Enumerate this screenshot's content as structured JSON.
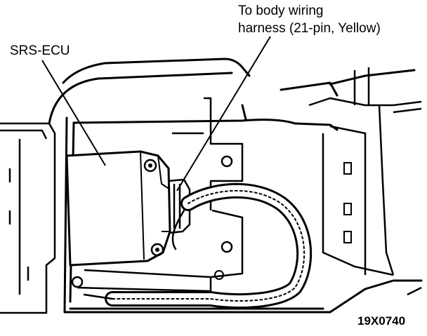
{
  "labels": {
    "srs_ecu": "SRS-ECU",
    "harness_line1": "To body wiring",
    "harness_line2": "harness (21-pin, Yellow)",
    "figure_code": "19X0740"
  },
  "colors": {
    "ink": "#000000",
    "paper": "#ffffff",
    "shade": "#b0b0b0"
  }
}
